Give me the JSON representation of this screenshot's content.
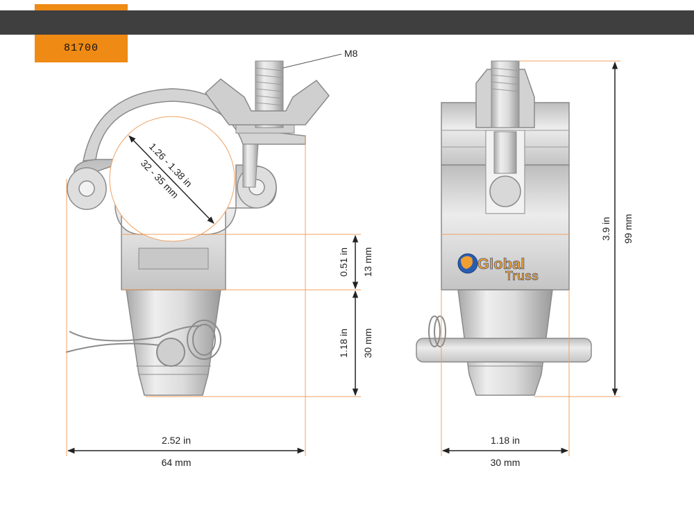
{
  "header": {
    "part_number": "81700",
    "accent_color": "#ef8a14",
    "bar_color": "#3f3f3f"
  },
  "brand": {
    "line1": "Global",
    "line2": "Truss"
  },
  "front_view": {
    "thread_label": "M8",
    "tube_range_in": "1.26 - 1.38 in",
    "tube_range_mm": "32 - 35 mm",
    "slot_in": "0.51 in",
    "slot_mm": "13 mm",
    "spigot_in": "1.18 in",
    "spigot_mm": "30 mm",
    "width_in": "2.52 in",
    "width_mm": "64 mm"
  },
  "side_view": {
    "height_in": "3.9 in",
    "height_mm": "99 mm",
    "width_in": "1.18 in",
    "width_mm": "30 mm"
  },
  "colors": {
    "dimension_line": "#222222",
    "extension_line": "#f0a060",
    "metal": "#d6d6d6",
    "metal_dark": "#9a9a9a"
  }
}
